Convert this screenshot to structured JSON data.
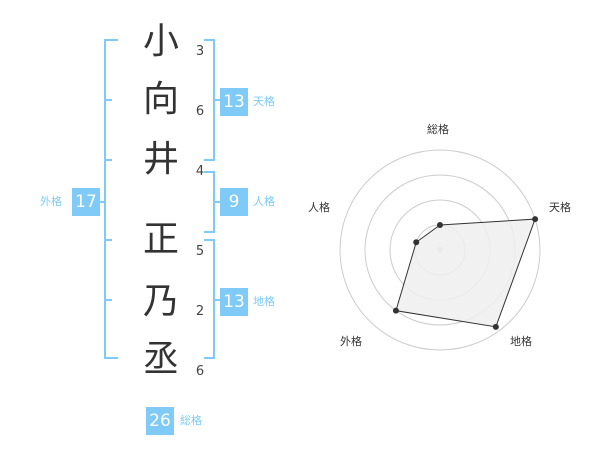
{
  "colors": {
    "accent": "#7fcaf6",
    "text": "#333333",
    "poly_fill": "#eeeeee"
  },
  "name_chars": [
    {
      "char": "小",
      "strokes": "3"
    },
    {
      "char": "向",
      "strokes": "6"
    },
    {
      "char": "井",
      "strokes": "4"
    },
    {
      "char": "正",
      "strokes": "5"
    },
    {
      "char": "乃",
      "strokes": "2"
    },
    {
      "char": "丞",
      "strokes": "6"
    }
  ],
  "fortunes": {
    "tenkaku": {
      "value": "13",
      "label": "天格"
    },
    "jinkaku": {
      "value": "9",
      "label": "人格"
    },
    "chikaku": {
      "value": "13",
      "label": "地格"
    },
    "gaikaku": {
      "value": "17",
      "label": "外格"
    },
    "soukaku": {
      "value": "26",
      "label": "総格"
    }
  },
  "chart_data": {
    "type": "radar",
    "axes": [
      "総格",
      "天格",
      "地格",
      "外格",
      "人格"
    ],
    "values": [
      0.25,
      1.0,
      0.95,
      0.75,
      0.25
    ],
    "rmax": 1,
    "rings": 4
  }
}
